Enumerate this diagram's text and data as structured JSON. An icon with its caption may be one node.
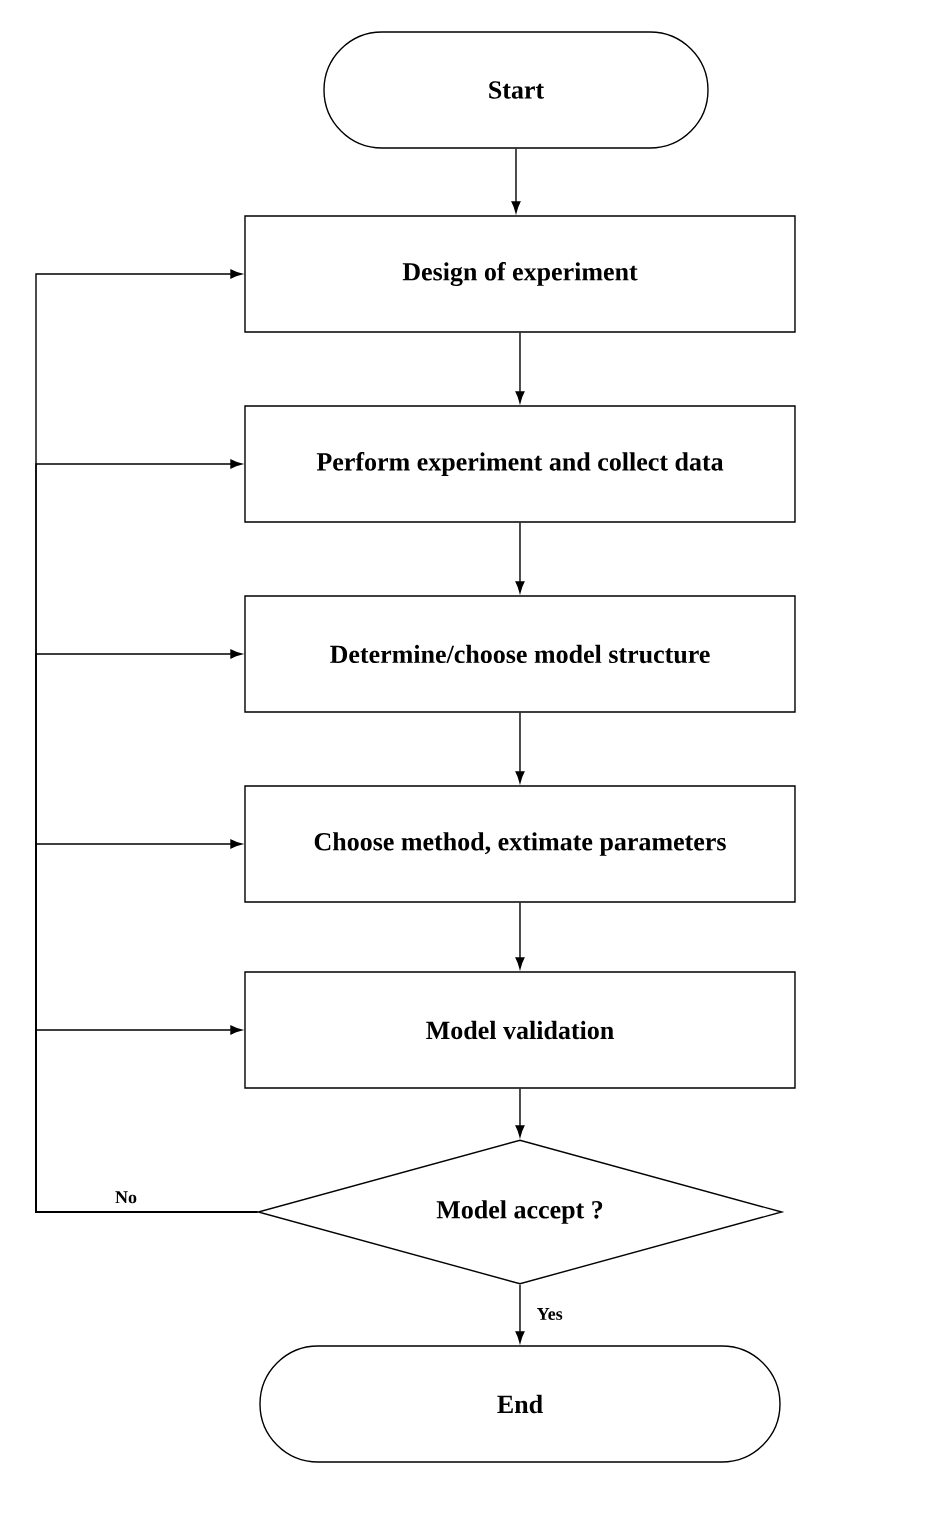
{
  "diagram": {
    "nodes": [
      {
        "text": [
          "Start"
        ]
      },
      {
        "text": [
          "Design of experiment"
        ]
      },
      {
        "text": [
          "Perform experiment and collect data"
        ]
      },
      {
        "text": [
          "Determine/choose model structure"
        ]
      },
      {
        "text": [
          "Choose method, extimate parameters"
        ]
      },
      {
        "text": [
          "Model validation"
        ]
      },
      {
        "text": [
          "Model accept ?"
        ]
      },
      {
        "text": [
          "End"
        ]
      }
    ],
    "edges": [
      {
        "from": 0,
        "to": 1,
        "arrow": "to"
      },
      {
        "from": 1,
        "to": 2,
        "arrow": "to"
      },
      {
        "from": 2,
        "to": 3,
        "arrow": "to"
      },
      {
        "from": 3,
        "to": 4,
        "arrow": "to"
      },
      {
        "from": 4,
        "to": 5,
        "arrow": "to"
      },
      {
        "from": 5,
        "to": 6,
        "arrow": "to"
      },
      {
        "from": 6,
        "to": 7,
        "arrow": "to",
        "label": "Yes"
      },
      {
        "from": 6,
        "to": 1,
        "arrow": "to",
        "label": "No"
      },
      {
        "from": 6,
        "to": 2,
        "arrow": "to"
      },
      {
        "from": 6,
        "to": 3,
        "arrow": "to"
      },
      {
        "from": 6,
        "to": 4,
        "arrow": "to"
      },
      {
        "from": 6,
        "to": 5,
        "arrow": "to"
      }
    ]
  }
}
